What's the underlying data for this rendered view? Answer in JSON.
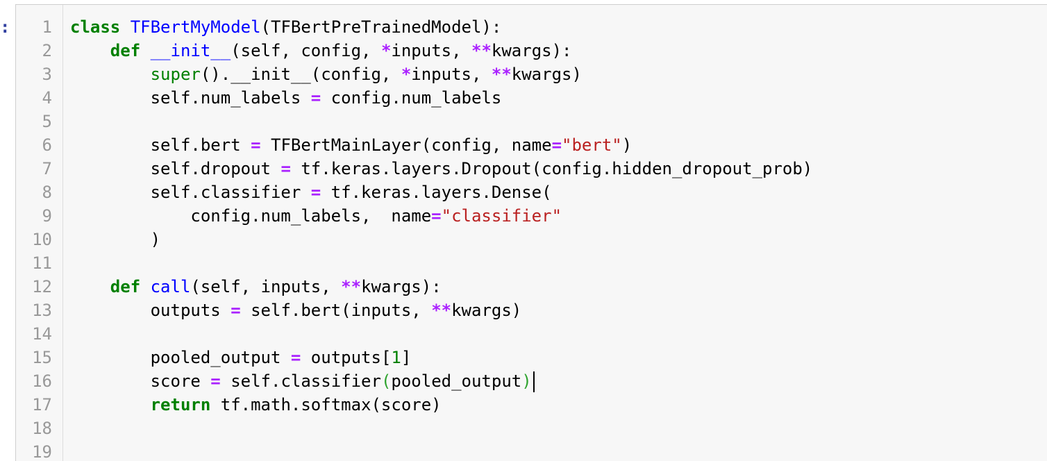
{
  "prompt": ":",
  "editor": {
    "line_numbers": [
      "1",
      "2",
      "3",
      "4",
      "5",
      "6",
      "7",
      "8",
      "9",
      "10",
      "11",
      "12",
      "13",
      "14",
      "15",
      "16",
      "17",
      "18",
      "19"
    ],
    "lines": [
      [
        {
          "t": "class",
          "c": "kw"
        },
        {
          "t": " "
        },
        {
          "t": "TFBertMyModel",
          "c": "def"
        },
        {
          "t": "(TFBertPreTrainedModel):"
        }
      ],
      [
        {
          "t": "    "
        },
        {
          "t": "def",
          "c": "kw"
        },
        {
          "t": " "
        },
        {
          "t": "__init__",
          "c": "def"
        },
        {
          "t": "(self, config, "
        },
        {
          "t": "*",
          "c": "op"
        },
        {
          "t": "inputs, "
        },
        {
          "t": "**",
          "c": "op"
        },
        {
          "t": "kwargs):"
        }
      ],
      [
        {
          "t": "        "
        },
        {
          "t": "super",
          "c": "bi"
        },
        {
          "t": "().__init__(config, "
        },
        {
          "t": "*",
          "c": "op"
        },
        {
          "t": "inputs, "
        },
        {
          "t": "**",
          "c": "op"
        },
        {
          "t": "kwargs)"
        }
      ],
      [
        {
          "t": "        self.num_labels "
        },
        {
          "t": "=",
          "c": "op"
        },
        {
          "t": " config.num_labels"
        }
      ],
      [],
      [
        {
          "t": "        self.bert "
        },
        {
          "t": "=",
          "c": "op"
        },
        {
          "t": " TFBertMainLayer(config, name"
        },
        {
          "t": "=",
          "c": "op"
        },
        {
          "t": "\"bert\"",
          "c": "str"
        },
        {
          "t": ")"
        }
      ],
      [
        {
          "t": "        self.dropout "
        },
        {
          "t": "=",
          "c": "op"
        },
        {
          "t": " tf.keras.layers.Dropout(config.hidden_dropout_prob)"
        }
      ],
      [
        {
          "t": "        self.classifier "
        },
        {
          "t": "=",
          "c": "op"
        },
        {
          "t": " tf.keras.layers.Dense("
        }
      ],
      [
        {
          "t": "            config.num_labels,  name"
        },
        {
          "t": "=",
          "c": "op"
        },
        {
          "t": "\"classifier\"",
          "c": "str"
        }
      ],
      [
        {
          "t": "        )"
        }
      ],
      [],
      [
        {
          "t": "    "
        },
        {
          "t": "def",
          "c": "kw"
        },
        {
          "t": " "
        },
        {
          "t": "call",
          "c": "def"
        },
        {
          "t": "(self, inputs, "
        },
        {
          "t": "**",
          "c": "op"
        },
        {
          "t": "kwargs):"
        }
      ],
      [
        {
          "t": "        outputs "
        },
        {
          "t": "=",
          "c": "op"
        },
        {
          "t": " self.bert(inputs, "
        },
        {
          "t": "**",
          "c": "op"
        },
        {
          "t": "kwargs)"
        }
      ],
      [],
      [
        {
          "t": "        pooled_output "
        },
        {
          "t": "=",
          "c": "op"
        },
        {
          "t": " outputs["
        },
        {
          "t": "1",
          "c": "num"
        },
        {
          "t": "]"
        }
      ],
      [
        {
          "t": "        score "
        },
        {
          "t": "=",
          "c": "op"
        },
        {
          "t": " self.classifier"
        },
        {
          "t": "(",
          "c": "bm"
        },
        {
          "t": "pooled_output"
        },
        {
          "t": ")",
          "c": "bm"
        }
      ],
      [
        {
          "t": "        "
        },
        {
          "t": "return",
          "c": "kw"
        },
        {
          "t": " tf.math.softmax(score)"
        }
      ],
      [],
      []
    ],
    "cursor_line": 16
  },
  "colors": {
    "keyword": "#008000",
    "definition": "#0000ff",
    "operator": "#aa22ff",
    "string": "#ba2121",
    "line_number": "#999999",
    "prompt": "#303f9f",
    "cell_background": "#f7f7f7"
  }
}
